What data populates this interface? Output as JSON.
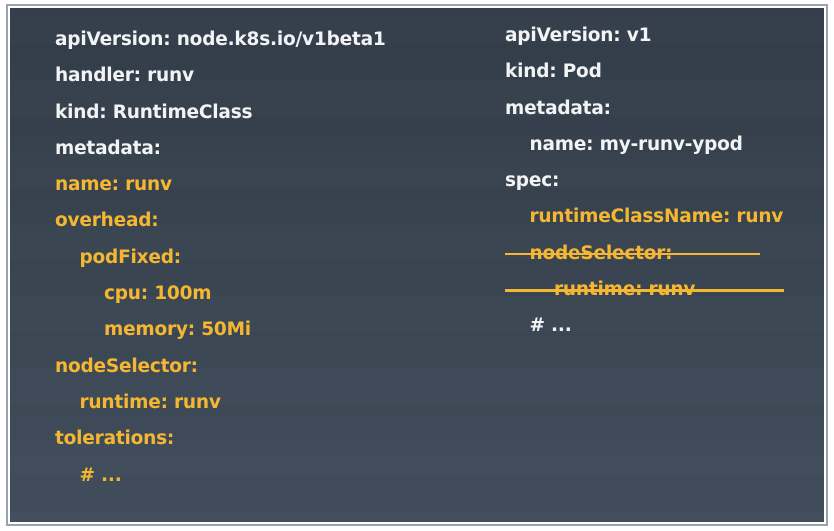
{
  "slide": {
    "background_color": "#3a4552",
    "frame_color": "#9aa3ab",
    "plain_text_color": "#f1f3f4",
    "accent_text_color": "#f5b731",
    "strike_color": "#f5b731"
  },
  "left_block": {
    "name": "runtimeclass-yaml",
    "lines": [
      {
        "text": "apiVersion: node.k8s.io/v1beta1",
        "indent": 0,
        "style": "plain",
        "struck": false
      },
      {
        "text": "handler: runv",
        "indent": 0,
        "style": "plain",
        "struck": false
      },
      {
        "text": "kind: RuntimeClass",
        "indent": 0,
        "style": "plain",
        "struck": false
      },
      {
        "text": "metadata:",
        "indent": 0,
        "style": "plain",
        "struck": false
      },
      {
        "text": "name: runv",
        "indent": 0,
        "style": "accent",
        "struck": false
      },
      {
        "text": "overhead:",
        "indent": 0,
        "style": "accent",
        "struck": false
      },
      {
        "text": "podFixed:",
        "indent": 1,
        "style": "accent",
        "struck": false
      },
      {
        "text": "cpu: 100m",
        "indent": 2,
        "style": "accent",
        "struck": false
      },
      {
        "text": "memory: 50Mi",
        "indent": 2,
        "style": "accent",
        "struck": false
      },
      {
        "text": "nodeSelector:",
        "indent": 0,
        "style": "accent",
        "struck": false
      },
      {
        "text": "runtime: runv",
        "indent": 1,
        "style": "accent",
        "struck": false
      },
      {
        "text": "tolerations:",
        "indent": 0,
        "style": "accent",
        "struck": false
      },
      {
        "text": "# ...",
        "indent": 1,
        "style": "accent",
        "struck": false
      }
    ]
  },
  "right_block": {
    "name": "pod-yaml",
    "lines": [
      {
        "text": "apiVersion: v1",
        "indent": 0,
        "style": "plain",
        "struck": false
      },
      {
        "text": "kind: Pod",
        "indent": 0,
        "style": "plain",
        "struck": false
      },
      {
        "text": "metadata:",
        "indent": 0,
        "style": "plain",
        "struck": false
      },
      {
        "text": "name: my-runv-ypod",
        "indent": 1,
        "style": "plain",
        "struck": false
      },
      {
        "text": "spec:",
        "indent": 0,
        "style": "plain",
        "struck": false
      },
      {
        "text": "runtimeClassName: runv",
        "indent": 1,
        "style": "accent",
        "struck": false
      },
      {
        "text": "nodeSelector:",
        "indent": 1,
        "style": "accent",
        "struck": true
      },
      {
        "text": "runtime: runv",
        "indent": 2,
        "style": "accent",
        "struck": true
      },
      {
        "text": "# ...",
        "indent": 1,
        "style": "plain",
        "struck": false
      }
    ]
  }
}
